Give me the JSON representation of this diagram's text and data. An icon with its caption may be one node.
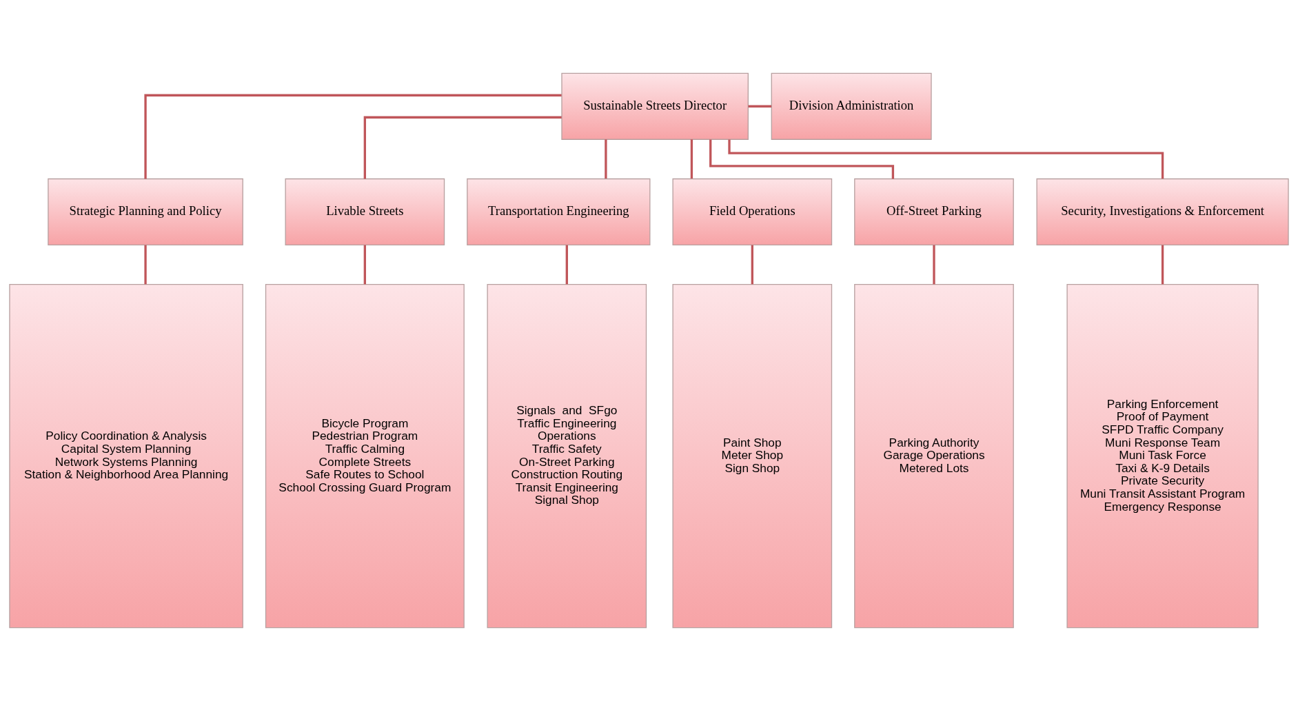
{
  "diagram": {
    "nodes": [
      {
        "text": [
          "Sustainable Streets Director"
        ]
      },
      {
        "text": [
          "Division Administration"
        ]
      },
      {
        "text": [
          "Strategic Planning and Policy"
        ]
      },
      {
        "text": [
          "Livable Streets"
        ]
      },
      {
        "text": [
          "Transportation Engineering"
        ]
      },
      {
        "text": [
          "Field Operations"
        ]
      },
      {
        "text": [
          "Off-Street Parking"
        ]
      },
      {
        "text": [
          "Security, Investigations & Enforcement"
        ]
      },
      {
        "text": [
          "Policy Coordination & Analysis",
          "Capital System Planning",
          "Network Systems Planning",
          "Station & Neighborhood Area Planning"
        ]
      },
      {
        "text": [
          "Bicycle Program",
          "Pedestrian Program",
          "Traffic Calming",
          "Complete Streets",
          "Safe Routes to School",
          "School Crossing Guard Program"
        ]
      },
      {
        "text": [
          "Signals  and  SFgo",
          "Traffic Engineering",
          "Operations",
          "Traffic Safety",
          "On-Street Parking",
          "Construction Routing",
          "Transit Engineering",
          "Signal Shop"
        ]
      },
      {
        "text": [
          "Paint Shop",
          "Meter Shop",
          "Sign Shop"
        ]
      },
      {
        "text": [
          "Parking Authority",
          "Garage Operations",
          "Metered Lots"
        ]
      },
      {
        "text": [
          "Parking Enforcement",
          "Proof of Payment",
          "SFPD Traffic Company",
          "Muni Response Team",
          "Muni Task Force",
          "Taxi & K-9 Details",
          "Private Security",
          "Muni Transit Assistant Program",
          "Emergency Response"
        ]
      }
    ],
    "edges": [
      {
        "from": 0,
        "to": 1,
        "arrow": "none"
      },
      {
        "from": 0,
        "to": 2,
        "arrow": "none"
      },
      {
        "from": 0,
        "to": 3,
        "arrow": "none"
      },
      {
        "from": 0,
        "to": 4,
        "arrow": "none"
      },
      {
        "from": 0,
        "to": 5,
        "arrow": "none"
      },
      {
        "from": 0,
        "to": 6,
        "arrow": "none"
      },
      {
        "from": 0,
        "to": 7,
        "arrow": "none"
      },
      {
        "from": 2,
        "to": 8,
        "arrow": "none"
      },
      {
        "from": 3,
        "to": 9,
        "arrow": "none"
      },
      {
        "from": 4,
        "to": 10,
        "arrow": "none"
      },
      {
        "from": 5,
        "to": 11,
        "arrow": "none"
      },
      {
        "from": 6,
        "to": 12,
        "arrow": "none"
      },
      {
        "from": 7,
        "to": 13,
        "arrow": "none"
      }
    ]
  }
}
